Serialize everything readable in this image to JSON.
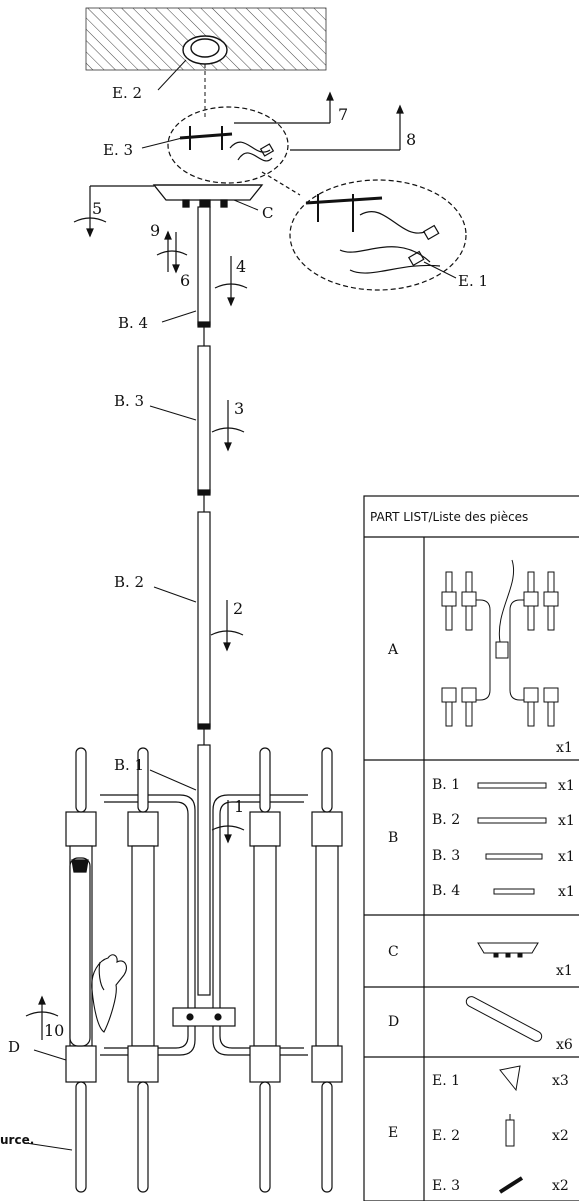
{
  "callouts": {
    "e2": "E. 2",
    "e3": "E. 3",
    "e1": "E. 1",
    "c": "C",
    "b4": "B. 4",
    "b3": "B. 3",
    "b2": "B. 2",
    "b1": "B. 1",
    "d": "D"
  },
  "steps": {
    "s1": "1",
    "s2": "2",
    "s3": "3",
    "s4": "4",
    "s5": "5",
    "s6": "6",
    "s7": "7",
    "s8": "8",
    "s9": "9",
    "s10": "10"
  },
  "part_list": {
    "header": "PART LIST/Liste des pièces",
    "rows": [
      {
        "letter": "A",
        "qty": "x1"
      },
      {
        "letter": "B",
        "items": [
          {
            "code": "B. 1",
            "qty": "x1"
          },
          {
            "code": "B. 2",
            "qty": "x1"
          },
          {
            "code": "B. 3",
            "qty": "x1"
          },
          {
            "code": "B. 4",
            "qty": "x1"
          }
        ]
      },
      {
        "letter": "C",
        "qty": "x1"
      },
      {
        "letter": "D",
        "qty": "x6"
      },
      {
        "letter": "E",
        "items": [
          {
            "code": "E. 1",
            "qty": "x3"
          },
          {
            "code": "E. 2",
            "qty": "x2"
          },
          {
            "code": "E. 3",
            "qty": "x2"
          }
        ]
      }
    ]
  },
  "clipped_text": "urce."
}
